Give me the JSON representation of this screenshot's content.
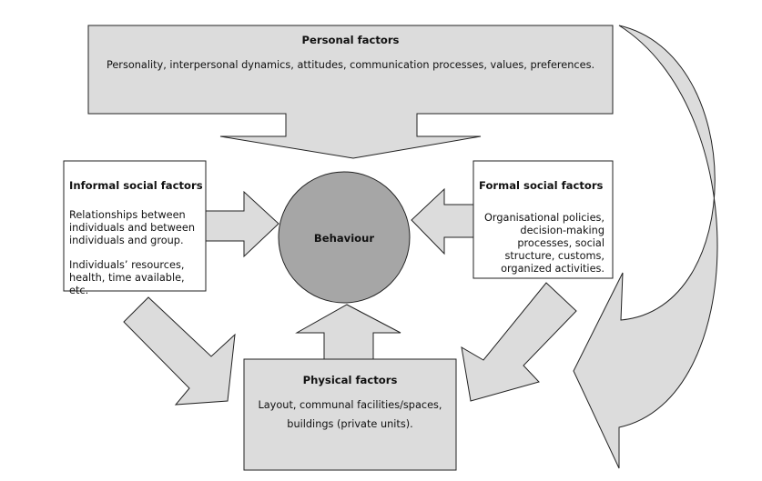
{
  "personal": {
    "title": "Personal factors",
    "text": "Personality, interpersonal dynamics, attitudes, communication processes, values, preferences."
  },
  "informal": {
    "title": "Informal social factors",
    "line1": "Relationships between",
    "line2": "individuals and between",
    "line3": "individuals and group.",
    "line4": "Individuals’ resources,",
    "line5": "health, time available, etc."
  },
  "formal": {
    "title": "Formal social factors",
    "line1": "Organisational policies,",
    "line2": "decision-making",
    "line3": "processes, social",
    "line4": "structure, customs,",
    "line5": "organized activities."
  },
  "center": {
    "label": "Behaviour"
  },
  "physical": {
    "title": "Physical factors",
    "line1": "Layout, communal facilities/spaces,",
    "line2": "buildings (private units)."
  }
}
